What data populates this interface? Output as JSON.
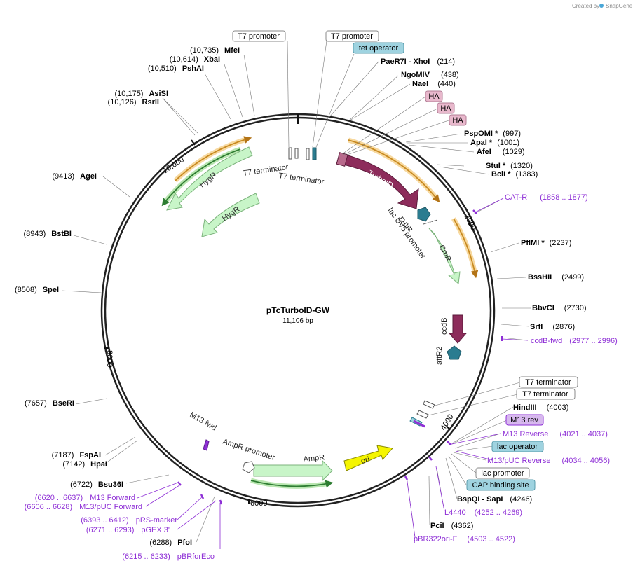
{
  "credit": {
    "prefix": "Created by",
    "brand": "SnapGene"
  },
  "plasmid": {
    "name": "pTcTurboID-GW",
    "size": "11,106 bp"
  },
  "sites": [
    {
      "name": "PaeR7I",
      "suffix": " - XhoI",
      "pos": "(214)"
    },
    {
      "name": "NgoMIV",
      "pos": "(438)"
    },
    {
      "name": "NaeI",
      "pos": "(440)"
    },
    {
      "name": "PspOMI *",
      "pos": "(997)"
    },
    {
      "name": "ApaI *",
      "pos": "(1001)"
    },
    {
      "name": "AfeI",
      "pos": "(1029)"
    },
    {
      "name": "StuI *",
      "pos": "(1320)"
    },
    {
      "name": "BclI *",
      "pos": "(1383)"
    },
    {
      "name": "PflMI *",
      "pos": "(2237)"
    },
    {
      "name": "BssHII",
      "pos": "(2499)"
    },
    {
      "name": "BbvCI",
      "pos": "(2730)"
    },
    {
      "name": "SrfI",
      "pos": "(2876)"
    },
    {
      "name": "HindIII",
      "pos": "(4003)"
    },
    {
      "name": "BspQI",
      "suffix": " - SapI",
      "pos": "(4246)"
    },
    {
      "name": "PciI",
      "pos": "(4362)"
    },
    {
      "name": "PfoI",
      "pos": "(6288)"
    },
    {
      "name": "Bsu36I",
      "pos": "(6722)"
    },
    {
      "name": "HpaI",
      "pos": "(7142)"
    },
    {
      "name": "FspAI",
      "pos": "(7187)"
    },
    {
      "name": "BseRI",
      "pos": "(7657)"
    },
    {
      "name": "SpeI",
      "pos": "(8508)"
    },
    {
      "name": "BstBI",
      "pos": "(8943)"
    },
    {
      "name": "AgeI",
      "pos": "(9413)"
    },
    {
      "name": "RsrII",
      "pos": "(10,126)"
    },
    {
      "name": "AsiSI",
      "pos": "(10,175)"
    },
    {
      "name": "PshAI",
      "pos": "(10,510)"
    },
    {
      "name": "XbaI",
      "pos": "(10,614)"
    },
    {
      "name": "MfeI",
      "pos": "(10,735)"
    }
  ],
  "primers": [
    {
      "name": "CAT-R",
      "range": "(1858 .. 1877)"
    },
    {
      "name": "ccdB-fwd",
      "range": "(2977 .. 2996)"
    },
    {
      "name": "M13 Reverse",
      "range": "(4021 .. 4037)"
    },
    {
      "name": "M13/pUC Reverse",
      "range": "(4034 .. 4056)"
    },
    {
      "name": "L4440",
      "range": "(4252 .. 4269)"
    },
    {
      "name": "pBR322ori-F",
      "range": "(4503 .. 4522)"
    },
    {
      "name": "pBRforEco",
      "range": "(6215 .. 6233)"
    },
    {
      "name": "pGEX 3'",
      "range": "(6271 .. 6293)"
    },
    {
      "name": "pRS-marker",
      "range": "(6393 .. 6412)"
    },
    {
      "name": "M13/pUC Forward",
      "range": "(6606 .. 6628)"
    },
    {
      "name": "M13 Forward",
      "range": "(6620 .. 6637)"
    }
  ],
  "boxes": {
    "t7_promoter": "T7 promoter",
    "tet_operator": "tet operator",
    "ha": "HA",
    "t7_terminator": "T7 terminator",
    "m13_rev": "M13 rev",
    "lac_operator": "lac operator",
    "lac_promoter": "lac promoter",
    "cap_site": "CAP binding site"
  },
  "features": {
    "turboid": "TurboID",
    "attr1": "attR1",
    "lacuv5": "lac UV5 promoter",
    "cmr": "CmR",
    "ccdb": "ccdB",
    "attr2": "attR2",
    "hygr": "HygR",
    "t7_terminator": "T7 terminator",
    "m13_fwd": "M13 fwd",
    "ampr_promoter": "AmpR promoter",
    "ampr": "AmpR",
    "ori": "ori"
  },
  "ticks": {
    "t2000": "2000",
    "t4000": "4000",
    "t6000": "6000",
    "t8000": "8000",
    "t10000": "10,000"
  },
  "colors": {
    "backbone": "#222222",
    "feature_fill": "#c8f5c8",
    "feature_stroke": "#7cb37c",
    "turboid": "#8d2c5b",
    "attr": "#2a7c90",
    "ori": "#f5f500",
    "orange_arc": "#e0a030",
    "green_arc": "#2e7d32",
    "primer": "#8e2fd6",
    "tet_box": "#9fd3e0",
    "ha_box": "#e8b8cc",
    "m13rev_box": "#d7b8ee"
  }
}
